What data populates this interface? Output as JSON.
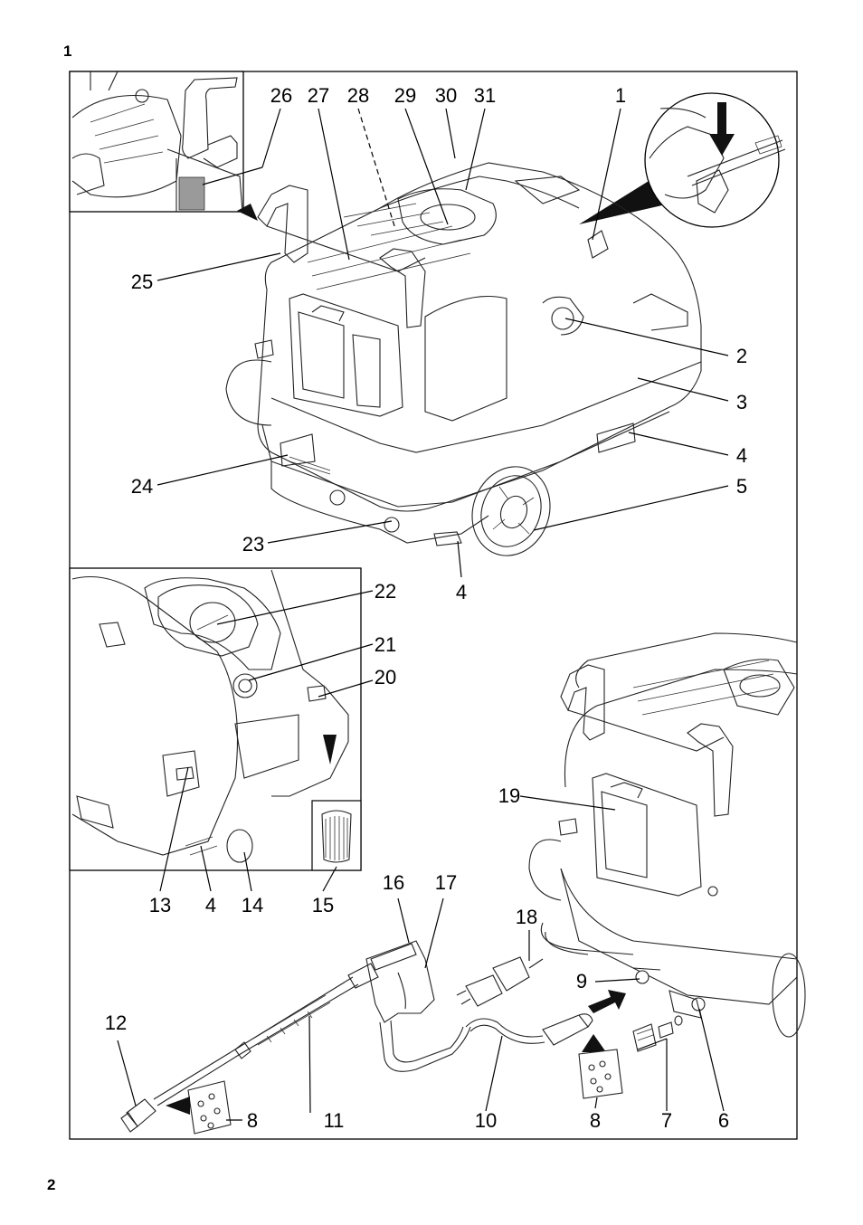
{
  "figure_number": "1",
  "page_number": "2",
  "callouts": [
    "1",
    "2",
    "3",
    "4",
    "5",
    "6",
    "7",
    "8",
    "9",
    "10",
    "11",
    "12",
    "13",
    "4",
    "14",
    "15",
    "16",
    "17",
    "18",
    "19",
    "20",
    "21",
    "22",
    "23",
    "4",
    "24",
    "25",
    "26",
    "27",
    "28",
    "29",
    "30",
    "31",
    "8"
  ]
}
